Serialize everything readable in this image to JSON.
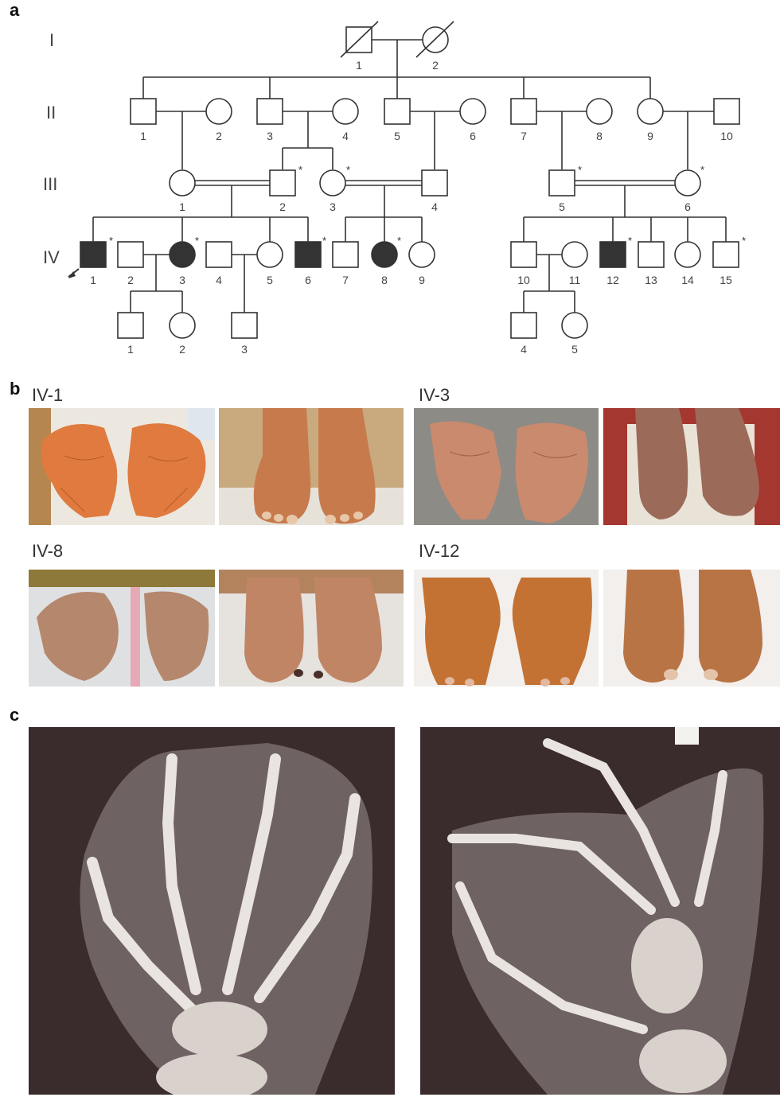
{
  "panels": {
    "a": "a",
    "b": "b",
    "c": "c"
  },
  "pedigree": {
    "generations": [
      "I",
      "II",
      "III",
      "IV"
    ],
    "gen1": {
      "labels": [
        "1",
        "2"
      ]
    },
    "gen2": {
      "labels": [
        "1",
        "2",
        "3",
        "4",
        "5",
        "6",
        "7",
        "8",
        "9",
        "10"
      ]
    },
    "gen3": {
      "labels": [
        "1",
        "2",
        "3",
        "4",
        "5",
        "6"
      ]
    },
    "gen4": {
      "labels": [
        "1",
        "2",
        "3",
        "4",
        "5",
        "6",
        "7",
        "8",
        "9",
        "10",
        "11",
        "12",
        "13",
        "14",
        "15"
      ]
    },
    "gen5": {
      "labels": [
        "1",
        "2",
        "3",
        "4",
        "5"
      ]
    },
    "asterisk": "*"
  },
  "photos": {
    "labels": [
      "IV-1",
      "IV-3",
      "IV-8",
      "IV-12"
    ]
  },
  "colors": {
    "affected": "#333333",
    "line": "#333333",
    "skin": "#d98b5a"
  }
}
